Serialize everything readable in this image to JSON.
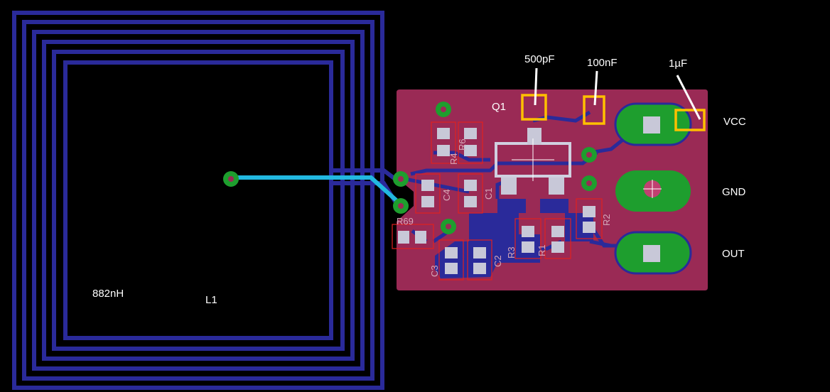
{
  "colors": {
    "background": "#000000",
    "bottom_copper": "#2a2a9a",
    "top_copper": "#9a2a55",
    "pad": "#1e9e2e",
    "highlight": "#ffc000",
    "trace_top": "#22b8e0",
    "pad_smd": "#c8c8d8",
    "silk_box": "#e02020"
  },
  "annotations": {
    "cap_500pf": "500pF",
    "cap_100nf": "100nF",
    "cap_1uf": "1µF",
    "inductance": "882nH"
  },
  "connectors": {
    "vcc": "VCC",
    "gnd": "GND",
    "out": "OUT"
  },
  "designators": {
    "l1": "L1",
    "q1": "Q1",
    "r4": "R4",
    "r6": "R6",
    "c4": "C4",
    "c1": "C1",
    "r2": "R2",
    "r69": "R69",
    "r3": "R3",
    "r1": "R1",
    "c3": "C3",
    "c2": "C2"
  }
}
